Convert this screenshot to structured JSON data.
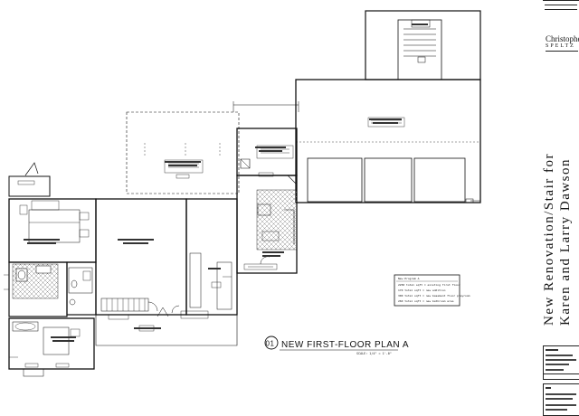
{
  "title_block": {
    "firm_name": "Christophe",
    "firm_sub": "SPELTZ",
    "project_line1": "New Renovation/Stair for",
    "project_line2": "Karen and Larry Dawson"
  },
  "plan": {
    "number": "01",
    "title": "NEW FIRST-FLOOR PLAN A",
    "scale": "SCALE: 1/4\" = 1'-0\""
  },
  "legend": {
    "heading": "New Program A",
    "lines": [
      "2250 total sqft = existing first floor",
      "170 total sqft = new addition",
      "300 total sqft = new basement floor playroom",
      "260 total sqft = new bathroom area"
    ]
  },
  "colors": {
    "ink": "#111111",
    "paper": "#ffffff",
    "hatch": "#555555"
  }
}
